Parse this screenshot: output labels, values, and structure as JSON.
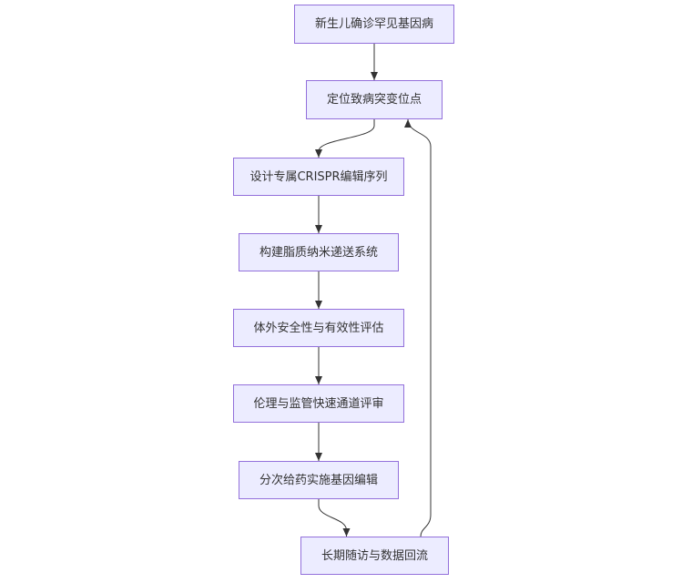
{
  "nodes": [
    {
      "label": "新生儿确诊罕见基因病"
    },
    {
      "label": "定位致病突变位点"
    },
    {
      "label": "设计专属CRISPR编辑序列"
    },
    {
      "label": "构建脂质纳米递送系统"
    },
    {
      "label": "体外安全性与有效性评估"
    },
    {
      "label": "伦理与监管快速通道评审"
    },
    {
      "label": "分次给药实施基因编辑"
    },
    {
      "label": "长期随访与数据回流"
    }
  ],
  "edges": [
    [
      0,
      1
    ],
    [
      1,
      2
    ],
    [
      2,
      3
    ],
    [
      3,
      4
    ],
    [
      4,
      5
    ],
    [
      5,
      6
    ],
    [
      6,
      7
    ],
    [
      7,
      1
    ]
  ],
  "colors": {
    "node_fill": "#ECECFF",
    "node_stroke": "#9370DB",
    "edge": "#333333",
    "text": "#333333"
  }
}
